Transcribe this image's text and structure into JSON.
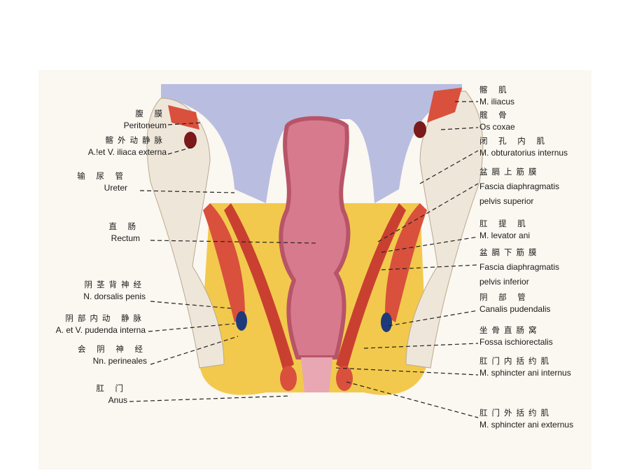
{
  "left_labels": [
    {
      "zh": "腹 膜",
      "en": "Peritoneum"
    },
    {
      "zh": "髂外动静脉",
      "en": "A.!et V. iliaca externa"
    },
    {
      "zh": "输 尿 管",
      "en": "Ureter"
    },
    {
      "zh": "直 肠",
      "en": "Rectum"
    },
    {
      "zh": "阴茎背神经",
      "en": "N. dorsalis penis"
    },
    {
      "zh": "阴部内动 静脉",
      "en": "A. et V. pudenda interna"
    },
    {
      "zh": "会 阴 神 经",
      "en": "Nn. perineales"
    },
    {
      "zh": "肛 门",
      "en": "Anus"
    }
  ],
  "right_labels": [
    {
      "zh": "髂 肌",
      "en": "M. iliacus"
    },
    {
      "zh": "髋 骨",
      "en": "Os coxae"
    },
    {
      "zh": "闭 孔 内 肌",
      "en": "M. obturatorius internus"
    },
    {
      "zh": "盆膈上筋膜",
      "en": "Fascia diaphragmatis",
      "en2": "pelvis superior"
    },
    {
      "zh": "肛 提 肌",
      "en": "M. levator ani"
    },
    {
      "zh": "盆膈下筋膜",
      "en": "Fascia diaphragmatis",
      "en2": "pelvis inferior"
    },
    {
      "zh": "阴 部 管",
      "en": "Canalis pudendalis"
    },
    {
      "zh": "坐骨直肠窝",
      "en": "Fossa ischiorectalis"
    },
    {
      "zh": "肛门内括约肌",
      "en": "M. sphincter ani internus"
    },
    {
      "zh": "肛门外括约肌",
      "en": "M. sphincter ani externus"
    }
  ],
  "colors": {
    "fat": "#f2c94c",
    "muscle": "#d9503c",
    "rectum": "#d77a8e",
    "bone": "#efe6da",
    "peritoneum": "#b9bde0"
  }
}
